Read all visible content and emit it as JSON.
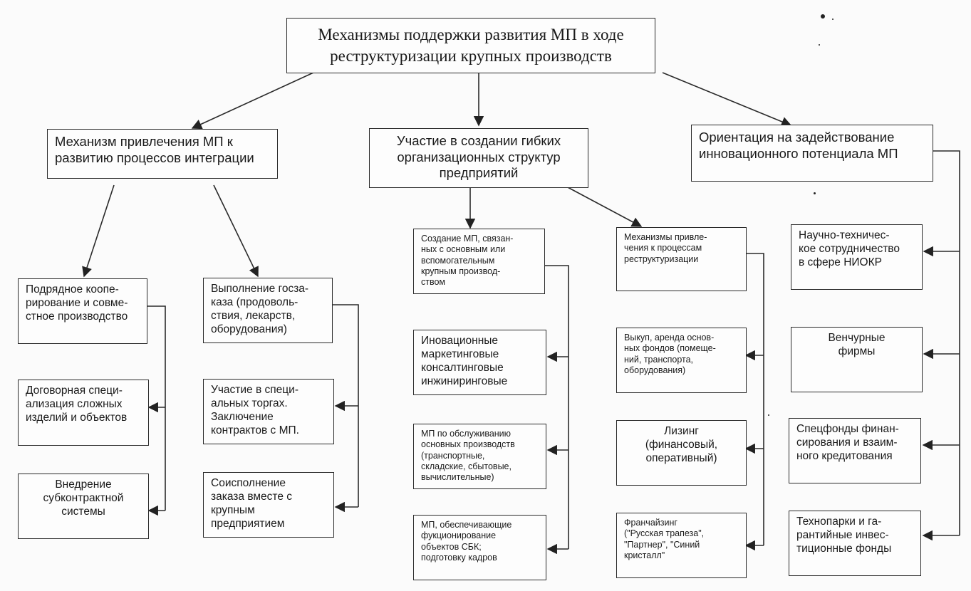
{
  "root": {
    "title": "Механизмы поддержки развития МП в ходе\nреструктуризации крупных производств"
  },
  "branches": [
    {
      "title": "Механизм привлечения МП к\nразвитию процессов интеграции",
      "sub_groups": [
        {
          "items": [
            "Подрядное коопе-\nрирование и совме-\nстное производство",
            "Договорная специ-\nализация сложных\nизделий и объектов",
            "Внедрение\nсубконтрактной\nсистемы"
          ]
        },
        {
          "items": [
            "Выполнение госза-\nказа (продоволь-\nствия, лекарств,\nоборудования)",
            "Участие в специ-\nальных торгах.\nЗаключение\nконтрактов с МП.",
            "Соисполнение\nзаказа вместе с\nкрупным\nпредприятием"
          ]
        }
      ]
    },
    {
      "title": "Участие в создании гибких\nорганизационных структур\nпредприятий",
      "sub_groups": [
        {
          "items": [
            "Создание МП, связан-\nных с основным или\nвспомогательным\nкрупным производ-\nством",
            "Иновационные\nмаркетинговые\nконсалтинговые\nинжиниринговые",
            "МП по обслуживанию\nосновных производств\n(транспортные,\nскладские, сбытовые,\nвычислительные)",
            "МП, обеспечивающие\nфукционирование\nобъектов СБК;\nподготовку кадров"
          ]
        },
        {
          "items": [
            "Механизмы привле-\nчения к процессам\nреструктуризации",
            "Выкуп, аренда основ-\nных фондов (помеще-\nний, транспорта,\nоборудования)",
            "Лизинг\n(финансовый,\nоперативный)",
            "Франчайзинг\n(\"Русская трапеза\",\n\"Партнер\", \"Синий\nкристалл\""
          ]
        }
      ]
    },
    {
      "title": "Ориентация на задействование\nинновационного потенциала МП",
      "sub_groups": [
        {
          "items": [
            "Научно-техничес-\nкое сотрудничество\nв сфере НИОКР",
            "Венчурные\nфирмы",
            "Спецфонды финан-\nсирования и взаим-\nного кредитования",
            "Технопарки и га-\nрантийные инвес-\nтиционные фонды"
          ]
        }
      ]
    }
  ]
}
